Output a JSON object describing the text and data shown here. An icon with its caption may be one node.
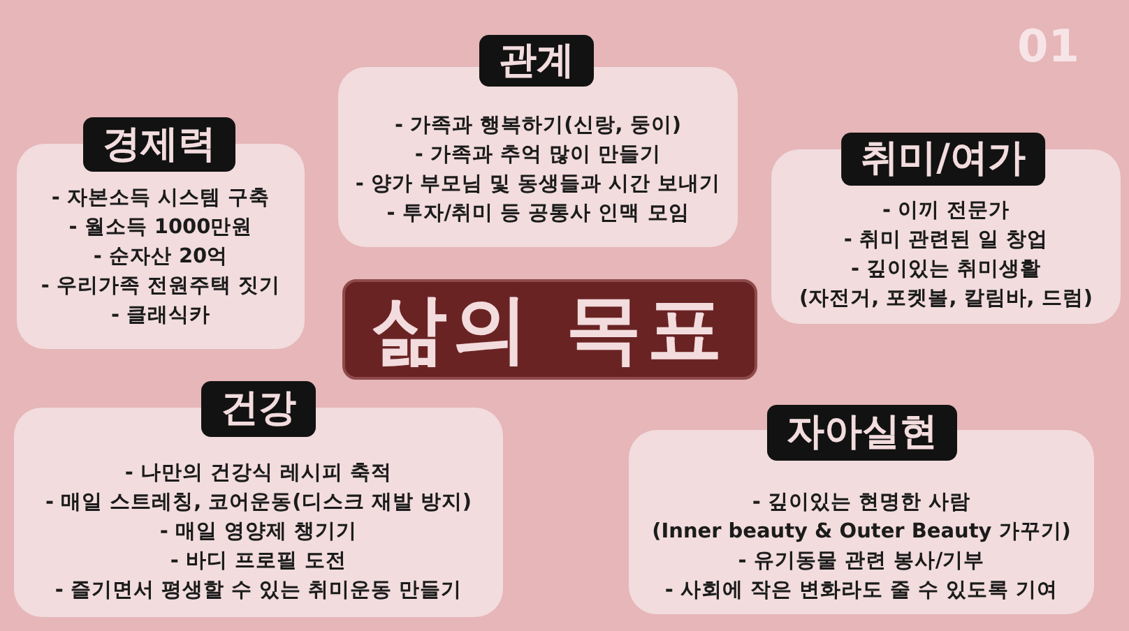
{
  "diagram": {
    "nodes": [
      {
        "text": [
          "관계",
          "- 가족과 행복하기(신랑, 둥이)",
          "- 가족과 추억 많이 만들기",
          "- 양가 부모님 및 동생들과 시간 보내기",
          "- 투자/취미 등 공통사 인맥 모임"
        ]
      },
      {
        "text": [
          "경제력",
          "- 자본소득 시스템 구축",
          "- 월소득 1000만원",
          "- 순자산 20억",
          "- 우리가족 전원주택 짓기",
          "- 클래식카"
        ]
      },
      {
        "text": [
          "취미/여가",
          "- 이끼 전문가",
          "- 취미 관련된 일 창업",
          "- 깊이있는 취미생활",
          "(자전거, 포켓볼, 칼림바, 드럼)"
        ]
      },
      {
        "text": [
          "삶의 목표"
        ]
      },
      {
        "text": [
          "건강",
          "- 나만의 건강식 레시피 축적",
          "- 매일 스트레칭, 코어운동(디스크 재발 방지)",
          "- 매일 영양제 챙기기",
          "- 바디 프로필 도전",
          "- 즐기면서 평생할 수 있는 취미운동 만들기"
        ]
      },
      {
        "text": [
          "자아실현",
          "- 깊이있는 현명한 사람",
          "(Inner beauty & Outer Beauty 가꾸기)",
          "- 유기동물 관련 봉사/기부",
          "- 사회에 작은 변화라도 줄 수 있도록 기여"
        ]
      }
    ],
    "labels": [
      "01"
    ]
  }
}
